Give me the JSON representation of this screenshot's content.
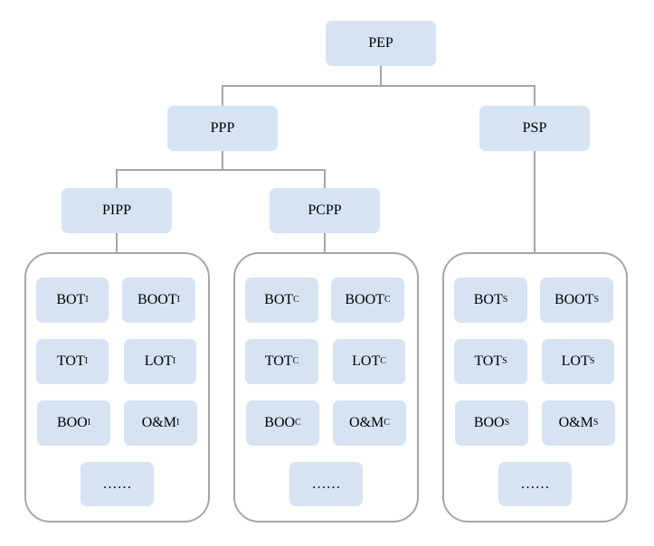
{
  "nodes": {
    "pep": {
      "label": "PEP"
    },
    "ppp": {
      "label": "PPP"
    },
    "psp": {
      "label": "PSP"
    },
    "pipp": {
      "label": "PIPP"
    },
    "pcpp": {
      "label": "PCPP"
    }
  },
  "groups": {
    "pipp": {
      "items": [
        {
          "base": "BOT",
          "sub": "I"
        },
        {
          "base": "BOOT",
          "sub": "I"
        },
        {
          "base": "TOT",
          "sub": "I"
        },
        {
          "base": "LOT",
          "sub": "I"
        },
        {
          "base": "BOO",
          "sub": "I"
        },
        {
          "base": "O&M",
          "sub": "I"
        }
      ],
      "more": "……"
    },
    "pcpp": {
      "items": [
        {
          "base": "BOT",
          "sub": "C"
        },
        {
          "base": "BOOT",
          "sub": "C"
        },
        {
          "base": "TOT",
          "sub": "C"
        },
        {
          "base": "LOT",
          "sub": "C"
        },
        {
          "base": "BOO",
          "sub": "C"
        },
        {
          "base": "O&M",
          "sub": "C"
        }
      ],
      "more": "……"
    },
    "psp": {
      "items": [
        {
          "base": "BOT",
          "sub": "S"
        },
        {
          "base": "BOOT",
          "sub": "S"
        },
        {
          "base": "TOT",
          "sub": "S"
        },
        {
          "base": "LOT",
          "sub": "S"
        },
        {
          "base": "BOO",
          "sub": "S"
        },
        {
          "base": "O&M",
          "sub": "S"
        }
      ],
      "more": "……"
    }
  },
  "colors": {
    "box": "#d6e3f3",
    "line": "#a6a6a6"
  }
}
